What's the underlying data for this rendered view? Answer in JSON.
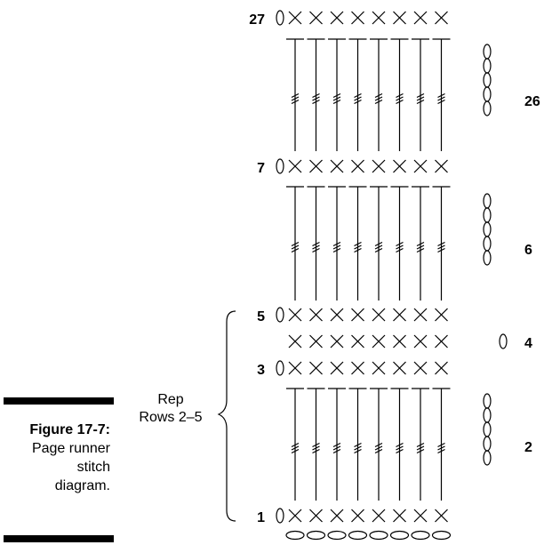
{
  "caption": {
    "figure_label": "Figure 17-7:",
    "text_lines": [
      "Page runner",
      "stitch",
      "diagram."
    ]
  },
  "repeat_bracket": {
    "label_line1": "Rep",
    "label_line2": "Rows 2–5"
  },
  "row_labels": {
    "left": [
      {
        "text": "27",
        "row": "row27"
      },
      {
        "text": "7",
        "row": "row7"
      },
      {
        "text": "5",
        "row": "row5"
      },
      {
        "text": "3",
        "row": "row3"
      },
      {
        "text": "1",
        "row": "row1"
      }
    ],
    "right": [
      {
        "text": "26",
        "row": "row26"
      },
      {
        "text": "6",
        "row": "row6"
      },
      {
        "text": "4",
        "row": "row4"
      },
      {
        "text": "2",
        "row": "row2"
      }
    ]
  },
  "stitch_pattern": {
    "stitches_per_row": 8,
    "treble_rows": [
      "row26",
      "row6",
      "row2"
    ],
    "sc_rows": [
      "row27",
      "row7",
      "row5",
      "row4",
      "row3",
      "row1"
    ],
    "foundation_chains": 8
  }
}
